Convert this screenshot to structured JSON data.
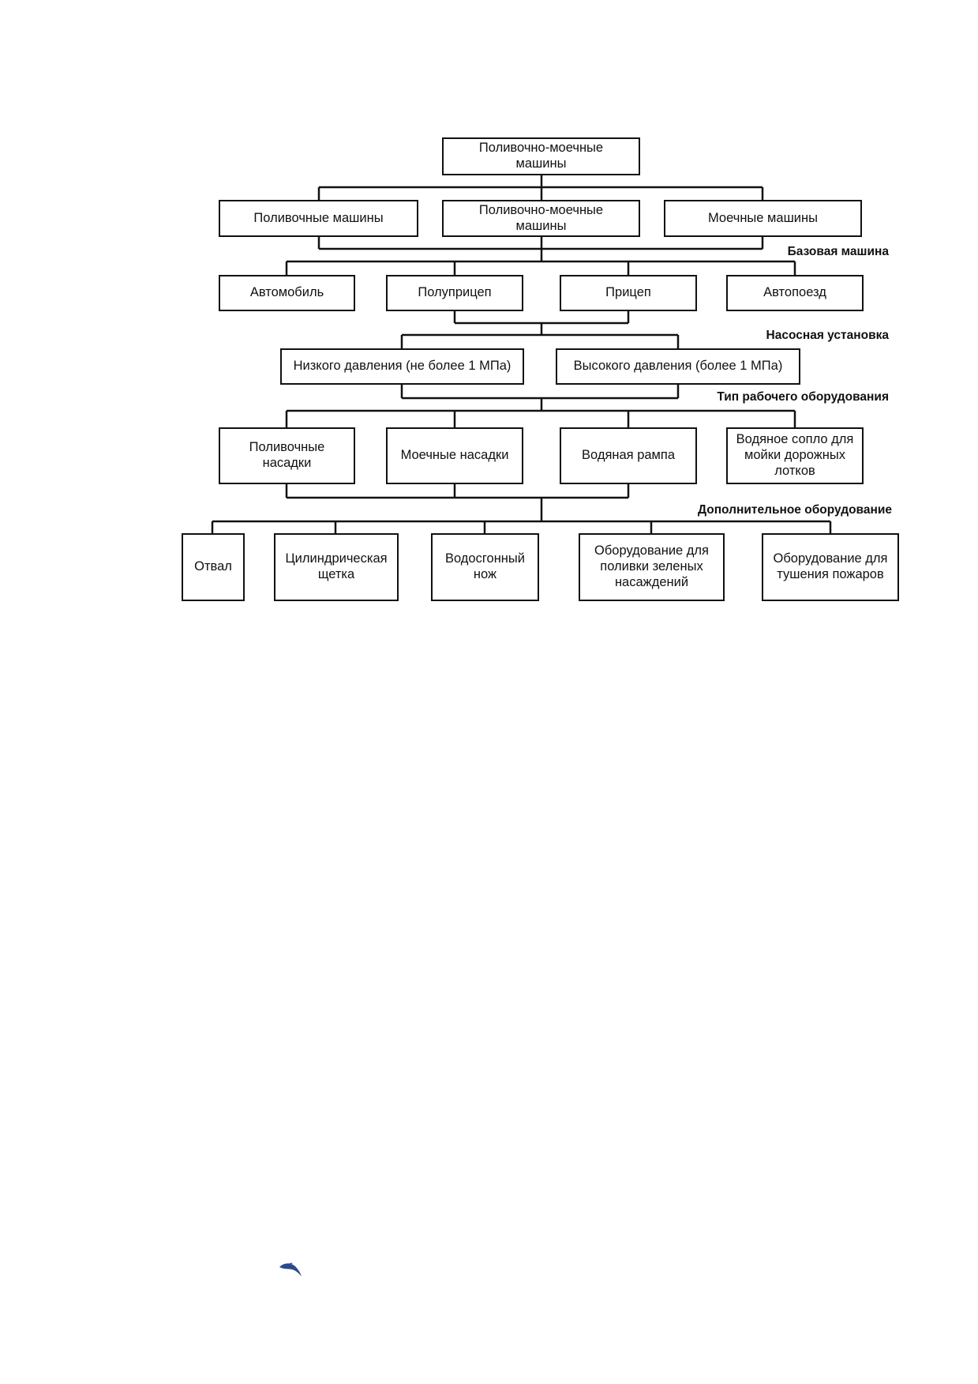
{
  "root": "Поливочно-моечные\nмашины",
  "level1": [
    "Поливочные машины",
    "Поливочно-моечные\nмашины",
    "Моечные машины"
  ],
  "sections": {
    "base_machine": "Базовая машина",
    "pump": "Насосная установка",
    "work_equipment": "Тип рабочего оборудования",
    "extra_equipment": "Дополнительное оборудование"
  },
  "base_machines": [
    "Автомобиль",
    "Полуприцеп",
    "Прицеп",
    "Автопоезд"
  ],
  "pumps": [
    "Низкого давления (не более 1 МПа)",
    "Высокого давления (более 1 МПа)"
  ],
  "work_equipment": [
    "Поливочные\nнасадки",
    "Моечные насадки",
    "Водяная рампа",
    "Водяное сопло для\nмойки дорожных\nлотков"
  ],
  "extra_equipment": [
    "Отвал",
    "Цилиндрическая\nщетка",
    "Водосгонный\nнож",
    "Оборудование для\nполивки зеленых\nнасаждений",
    "Оборудование для\nтушения пожаров"
  ],
  "colors": {
    "line": "#111111",
    "logo": "#2b4a8c"
  },
  "icons": {
    "logo": "bird-logo-icon"
  }
}
